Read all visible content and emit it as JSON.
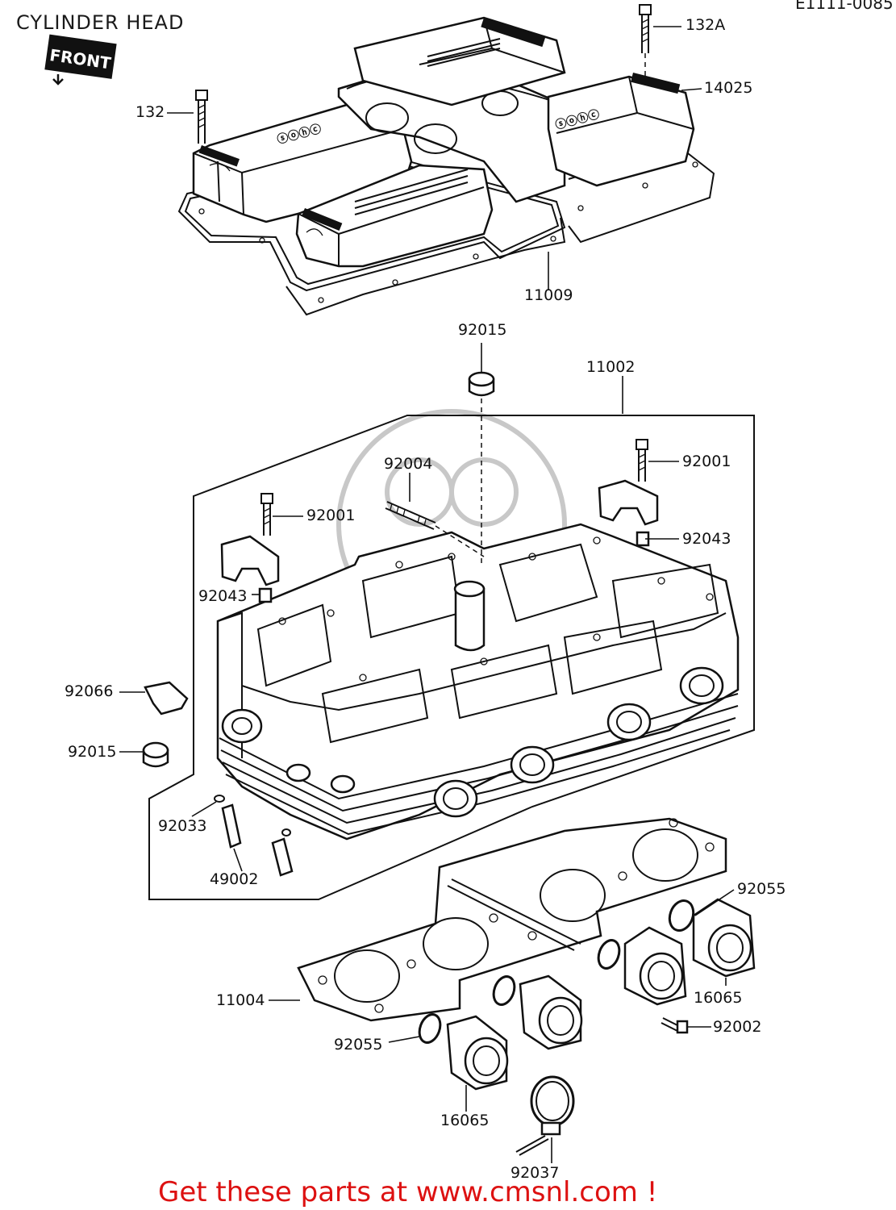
{
  "title": "CYLINDER HEAD",
  "diagram_code": "E1111-0085",
  "front_stamp": "FRONT",
  "footer": "Get these parts at www.cmsnl.com !",
  "callouts": [
    "132A",
    "14025",
    "132",
    "11009",
    "92015",
    "11002",
    "92004",
    "92001",
    "92001",
    "92043",
    "92043",
    "92066",
    "92015",
    "92033",
    "49002",
    "92055",
    "11004",
    "16065",
    "92002",
    "92055",
    "16065",
    "92037"
  ]
}
